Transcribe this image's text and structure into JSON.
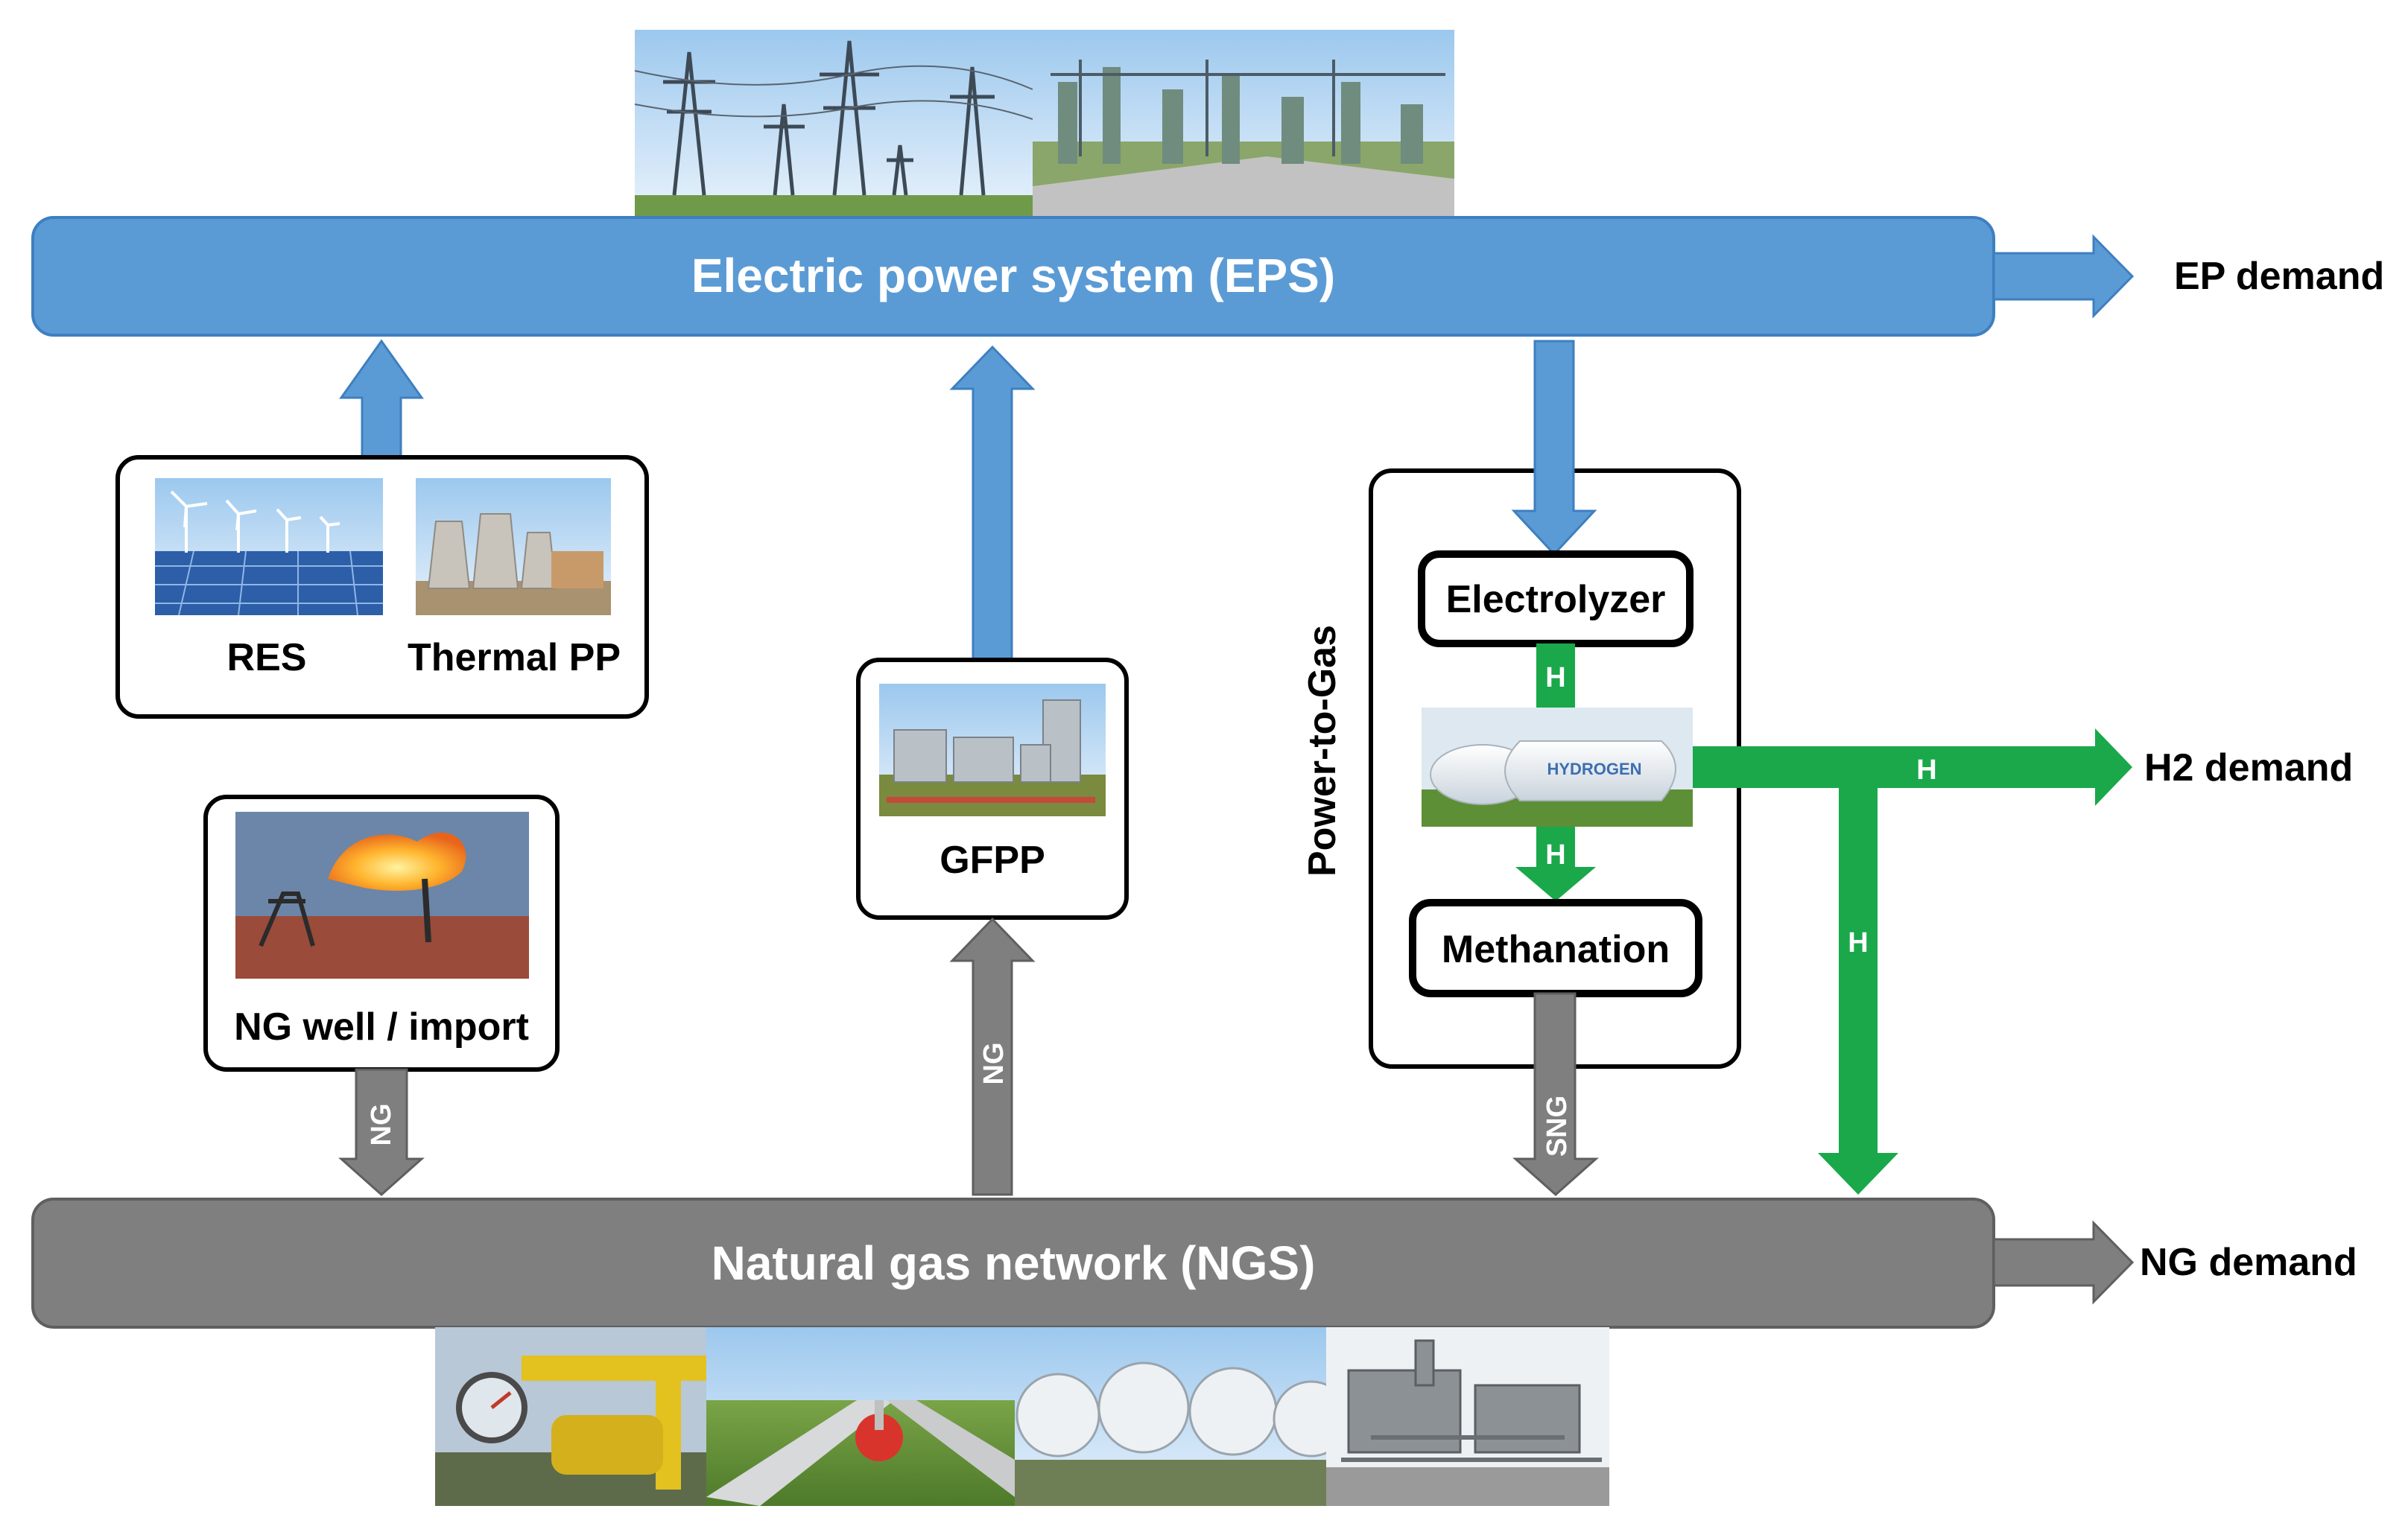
{
  "eps": {
    "title": "Electric power system (EPS)",
    "demand": "EP demand"
  },
  "ngs": {
    "title": "Natural gas network (NGS)",
    "demand": "NG demand"
  },
  "sources": {
    "res": "RES",
    "thermal": "Thermal PP",
    "gfpp": "GFPP",
    "ngwell": "NG well / import"
  },
  "p2g": {
    "label": "Power-to-Gas",
    "electrolyzer": "Electrolyzer",
    "methanation": "Methanation",
    "tank_text": "HYDROGEN",
    "h2_demand": "H2 demand"
  },
  "flows": {
    "ng": "NG",
    "sng": "SNG",
    "h": "H"
  },
  "photos": [
    "power-lines-photo",
    "substation-photo",
    "wind-solar-photo",
    "thermal-plant-photo",
    "gas-flare-photo",
    "gas-power-plant-photo",
    "hydrogen-tank-photo",
    "gas-meter-photo",
    "pipeline-valve-photo",
    "lng-spheres-photo",
    "compressor-station-photo"
  ],
  "colors": {
    "electric": "#5b9bd5",
    "gas": "#7f7f7f",
    "hydrogen": "#1aa84a"
  }
}
